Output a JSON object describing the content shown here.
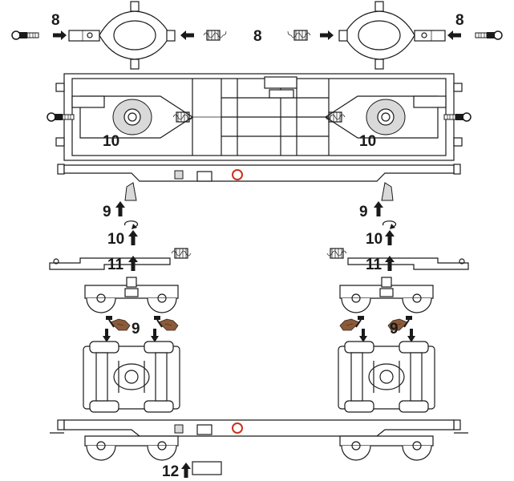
{
  "labels": {
    "step_8": "8",
    "step_9": "9",
    "step_10": "10",
    "step_11": "11",
    "step_12": "12"
  },
  "colors": {
    "line": "#1a1a1a",
    "accent_red": "#c8331b",
    "glove_brown": "#8a5a3b",
    "fill_gray": "#d9d9d9"
  },
  "icons": [
    "arrow-right-icon",
    "arrow-left-icon",
    "arrow-up-icon",
    "arrow-down-icon",
    "rotate-icon",
    "hammer-icon",
    "spring-icon",
    "coupler-icon"
  ]
}
